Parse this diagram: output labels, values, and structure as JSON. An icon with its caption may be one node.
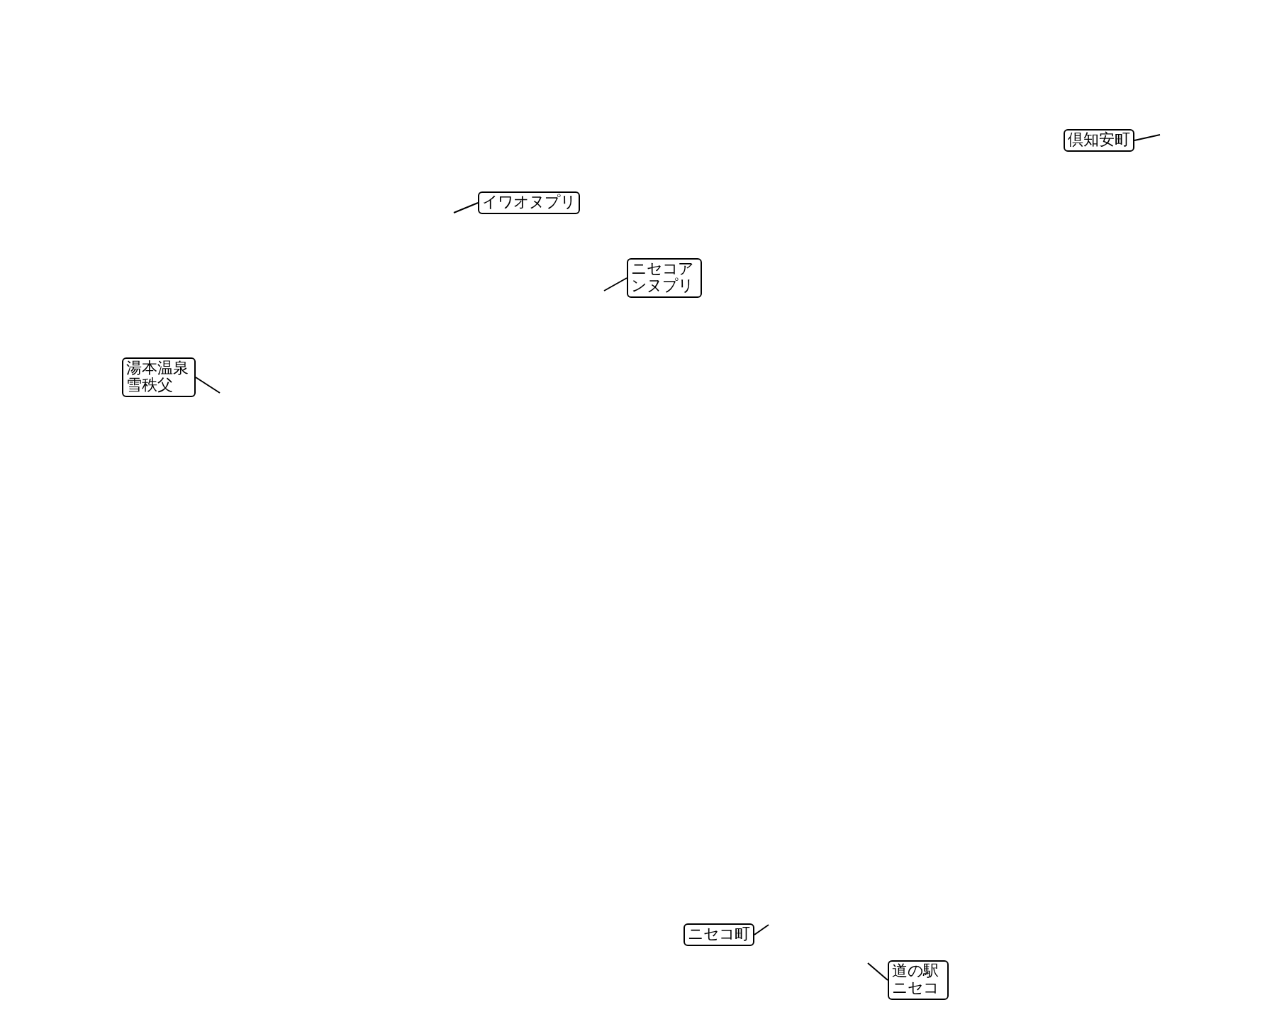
{
  "diagram": {
    "nodes": [
      {
        "text": [
          "倶知安町"
        ]
      },
      {
        "text": [
          "イワオヌプリ"
        ]
      },
      {
        "text": [
          "ニセコアンヌプリ"
        ]
      },
      {
        "text": [
          "湯本温泉雪秩父"
        ]
      },
      {
        "text": [
          "ニセコ町"
        ]
      },
      {
        "text": [
          "道の駅ニセコ"
        ]
      }
    ],
    "edges": [
      {
        "from": 0,
        "to": null,
        "arrow": "none"
      },
      {
        "from": 1,
        "to": null,
        "arrow": "none"
      },
      {
        "from": 2,
        "to": null,
        "arrow": "none"
      },
      {
        "from": 3,
        "to": null,
        "arrow": "none"
      },
      {
        "from": 4,
        "to": null,
        "arrow": "none"
      },
      {
        "from": 5,
        "to": null,
        "arrow": "none"
      }
    ]
  }
}
